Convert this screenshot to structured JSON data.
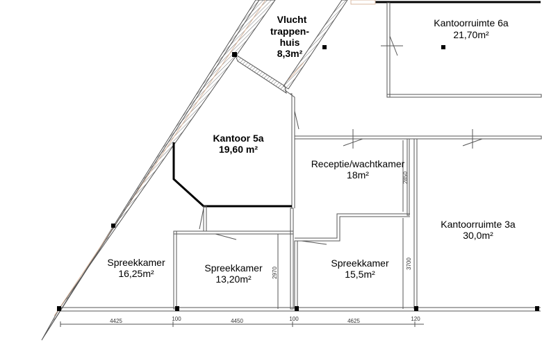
{
  "rooms": [
    {
      "name": "Vlucht",
      "name2": "trappen-",
      "name3": "huis",
      "area": "8,3m²",
      "bold": true
    },
    {
      "name": "Kantoorruimte 6a",
      "area": "21,70m²"
    },
    {
      "name": "Kantoor 5a",
      "area": "19,60 m²",
      "bold": true
    },
    {
      "name": "Receptie/wachtkamer",
      "area": "18m²"
    },
    {
      "name": "Kantoorruimte 3a",
      "area": "30,0m²"
    },
    {
      "name": "Spreekkamer",
      "area": "16,25m²"
    },
    {
      "name": "Spreekkamer",
      "area": "13,20m²"
    },
    {
      "name": "Spreekkamer",
      "area": "15,5m²"
    }
  ],
  "dimensions": {
    "horizontal": [
      "4425",
      "100",
      "4450",
      "100",
      "4625",
      "120"
    ],
    "vertical": [
      "2850",
      "3700",
      "2970"
    ]
  },
  "colors": {
    "walls": "#555555",
    "structural": "#000000",
    "window": "#d9b8a0"
  }
}
